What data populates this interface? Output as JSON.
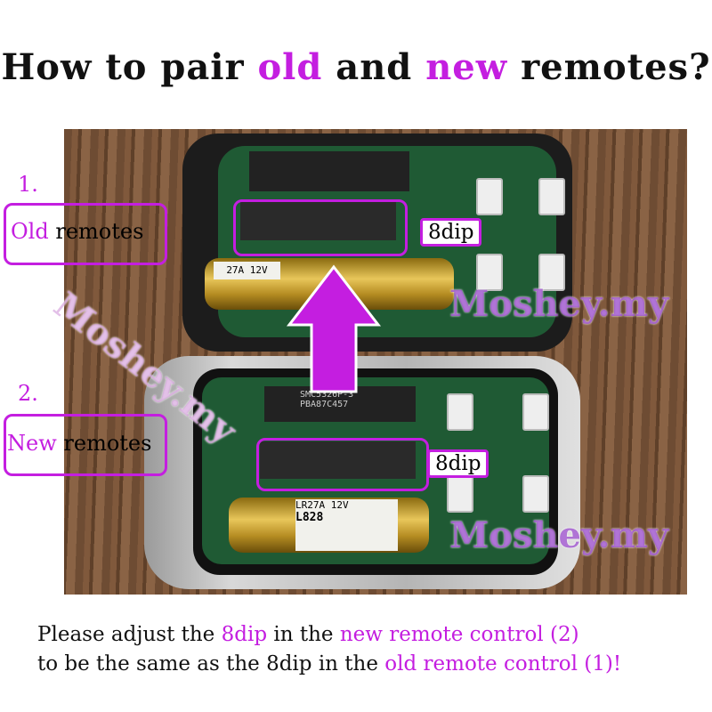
{
  "title": {
    "part1": "How to pair",
    "old": "old",
    "and": "and",
    "new": "new",
    "part2": "remotes?"
  },
  "labels": {
    "step1_number": "1.",
    "step1_old": "Old",
    "step1_rest": "remotes",
    "step2_number": "2.",
    "step2_new": "New",
    "step2_rest": "remotes"
  },
  "tags": {
    "old_dip": "8dip",
    "new_dip": "8dip"
  },
  "watermarks": [
    "Moshey.my",
    "Moshey.my",
    "Moshey.my"
  ],
  "battery_labels": {
    "old": "27A 12V",
    "new_line1": "LR27A 12V",
    "new_line2": "L828"
  },
  "chip_labels": {
    "new": "SMC5326P-3 PBA87C457"
  },
  "instructions": {
    "line1_a": "Please adjust the",
    "line1_b": "8dip",
    "line1_c": "in the",
    "line1_d": "new remote control (2)",
    "line2_a": "to be the same as the 8dip in the",
    "line2_b": "old remote control (1)!"
  },
  "colors": {
    "accent": "#c41ee0",
    "watermark": "#9646c8"
  }
}
